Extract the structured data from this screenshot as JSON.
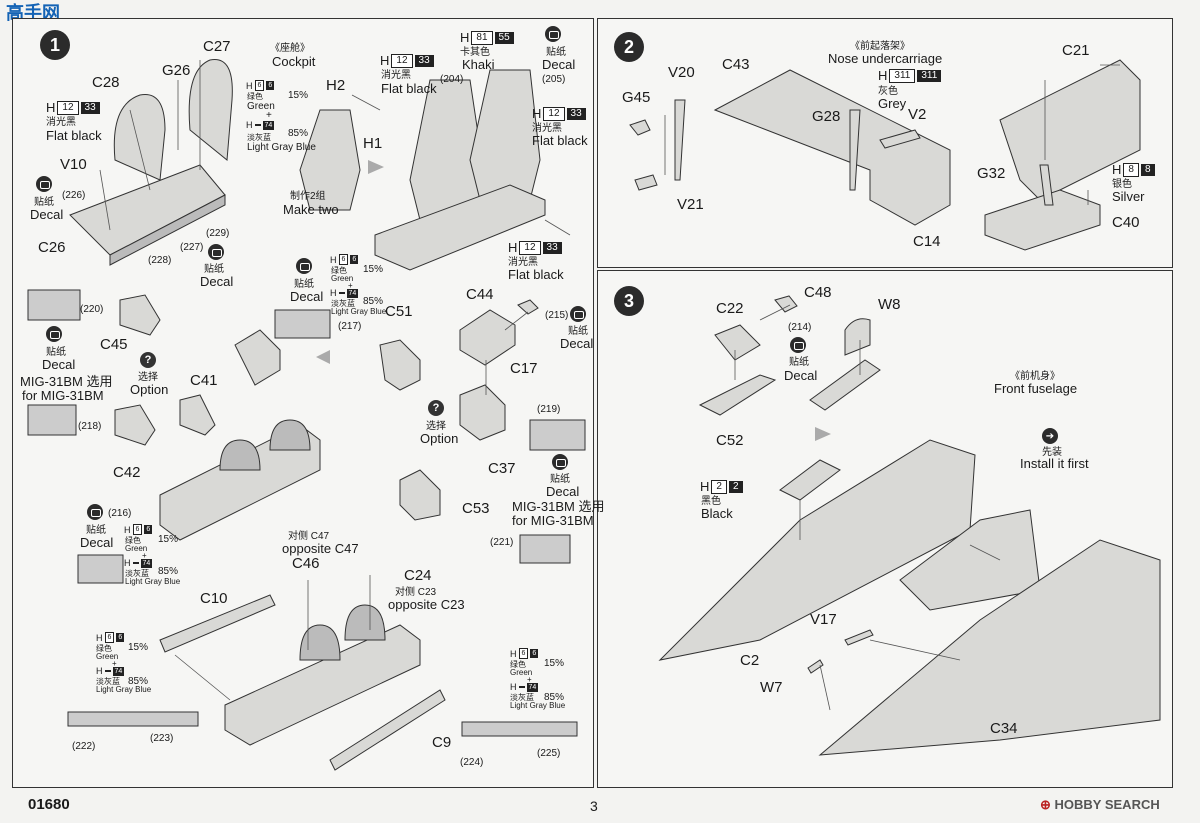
{
  "header": {
    "logo": "高手网"
  },
  "footer": {
    "model_no": "01680",
    "page_no": "3",
    "brand_text": "HOBBY SEARCH"
  },
  "step1": {
    "number": "1",
    "cockpit_cn": "《座舱》",
    "cockpit_en": "Cockpit",
    "parts": {
      "c27": "C27",
      "c28": "C28",
      "g26": "G26",
      "v10": "V10",
      "c26": "C26",
      "h2": "H2",
      "h1": "H1",
      "c45": "C45",
      "c41": "C41",
      "c42": "C42",
      "c51": "C51",
      "c44": "C44",
      "c17": "C17",
      "c37": "C37",
      "c53": "C53",
      "c46": "C46",
      "c24": "C24",
      "c10": "C10",
      "c9": "C9"
    },
    "refs": {
      "r226": "(226)",
      "r228": "(228)",
      "r227": "(227)",
      "r229": "(229)",
      "r204": "(204)",
      "r205": "(205)",
      "r220": "(220)",
      "r218": "(218)",
      "r216": "(216)",
      "r217": "(217)",
      "r215": "(215)",
      "r219": "(219)",
      "r221": "(221)",
      "r222": "(222)",
      "r223": "(223)",
      "r224": "(224)",
      "r225": "(225)"
    },
    "make_two_cn": "制作2组",
    "make_two_en": "Make two",
    "decal_cn": "贴纸",
    "decal_en": "Decal",
    "option_cn": "选择",
    "option_en": "Option",
    "mig_cn": "MIG-31BM 选用",
    "mig_en": "for MIG-31BM",
    "opp_c47_cn": "对侧 C47",
    "opp_c47_en": "opposite C47",
    "opp_c23_cn": "对侧 C23",
    "opp_c23_en": "opposite C23",
    "h_flat": {
      "h": "H",
      "code": "12",
      "num": "33",
      "cn": "消光黑",
      "en": "Flat black"
    },
    "h_khaki": {
      "h": "H",
      "code": "81",
      "num": "55",
      "cn": "卡其色",
      "en": "Khaki"
    },
    "mix": {
      "h": "H",
      "code_a": "6",
      "num_a": "6",
      "cn_a": "绿色",
      "en_a": "Green",
      "pct_a": "15%",
      "plus": "+",
      "code_b": "",
      "num_b": "74",
      "cn_b": "淡灰蓝",
      "en_b": "Light Gray Blue",
      "pct_b": "85%"
    }
  },
  "step2": {
    "number": "2",
    "title_cn": "《前起落架》",
    "title_en": "Nose undercarriage",
    "parts": {
      "v20": "V20",
      "c43": "C43",
      "g45": "G45",
      "g28": "G28",
      "v2": "V2",
      "v21": "V21",
      "c14": "C14",
      "c21": "C21",
      "g32": "G32",
      "c40": "C40"
    },
    "h_grey": {
      "h": "H",
      "code": "311",
      "num": "311",
      "cn": "灰色",
      "en": "Grey"
    },
    "h_silver": {
      "h": "H",
      "code": "8",
      "num": "8",
      "cn": "银色",
      "en": "Silver"
    }
  },
  "step3": {
    "number": "3",
    "title_cn": "《前机身》",
    "title_en": "Front fuselage",
    "parts": {
      "c22": "C22",
      "c48": "C48",
      "w8": "W8",
      "c52": "C52",
      "c2": "C2",
      "v17": "V17",
      "w7": "W7",
      "c34": "C34"
    },
    "ref214": "(214)",
    "decal_cn": "贴纸",
    "decal_en": "Decal",
    "first_cn": "先装",
    "first_en": "Install it first",
    "h_black": {
      "h": "H",
      "code": "2",
      "num": "2",
      "cn": "黑色",
      "en": "Black"
    }
  }
}
